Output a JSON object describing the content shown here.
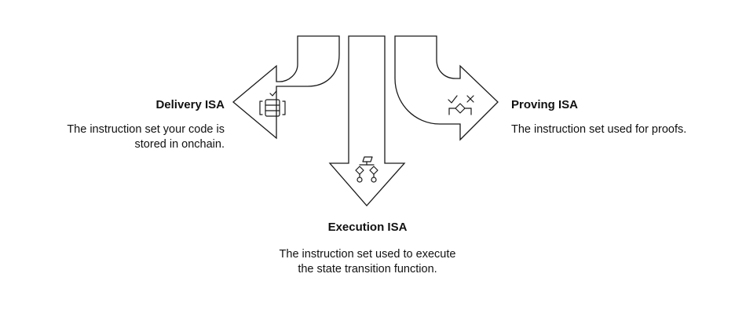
{
  "nodes": {
    "delivery": {
      "title": "Delivery ISA",
      "description_lines": [
        "The instruction set your code is",
        "stored in onchain."
      ],
      "icon": "database-check-icon"
    },
    "execution": {
      "title": "Execution ISA",
      "description_lines": [
        "The instruction set used to execute",
        "the state transition function."
      ],
      "icon": "flowchart-icon"
    },
    "proving": {
      "title": "Proving ISA",
      "description_lines": [
        "The instruction set used for proofs."
      ],
      "icon": "decision-check-cross-icon"
    }
  }
}
